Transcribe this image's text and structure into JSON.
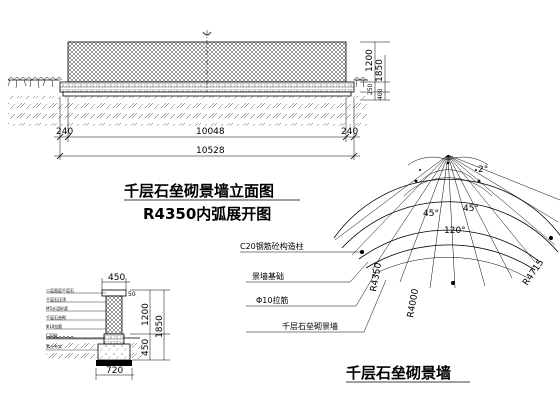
{
  "elevation": {
    "dims_right": [
      "1200",
      "1850",
      "250",
      "400"
    ],
    "dim_left_offset": "240",
    "dim_right_offset": "240",
    "dim_inner": "10048",
    "dim_total": "10528"
  },
  "titles": {
    "main_line1": "千层石垒砌景墙立面图",
    "main_line2": "R4350内弧展开图",
    "plan_title": "千层石垒砌景墙"
  },
  "plan": {
    "angles": [
      "2°",
      "45°",
      "45°",
      "120°"
    ],
    "radii": [
      "R4350",
      "R4000",
      "R4715"
    ],
    "callouts": [
      "C20钢筋砼构造柱",
      "景墙基础",
      "Φ10拉筋",
      "千层石垒砌景墙"
    ]
  },
  "section": {
    "dims_top": [
      "450",
      "50"
    ],
    "dims_right": [
      "1200",
      "1850",
      "450"
    ],
    "dim_bottom": "720",
    "layer_notes": [
      "二层面层千层石",
      "千层石压顶",
      "M5水泥砂浆",
      "千层石垒砌",
      "Φ10拉筋",
      "C20砼",
      "素土夯实"
    ]
  }
}
